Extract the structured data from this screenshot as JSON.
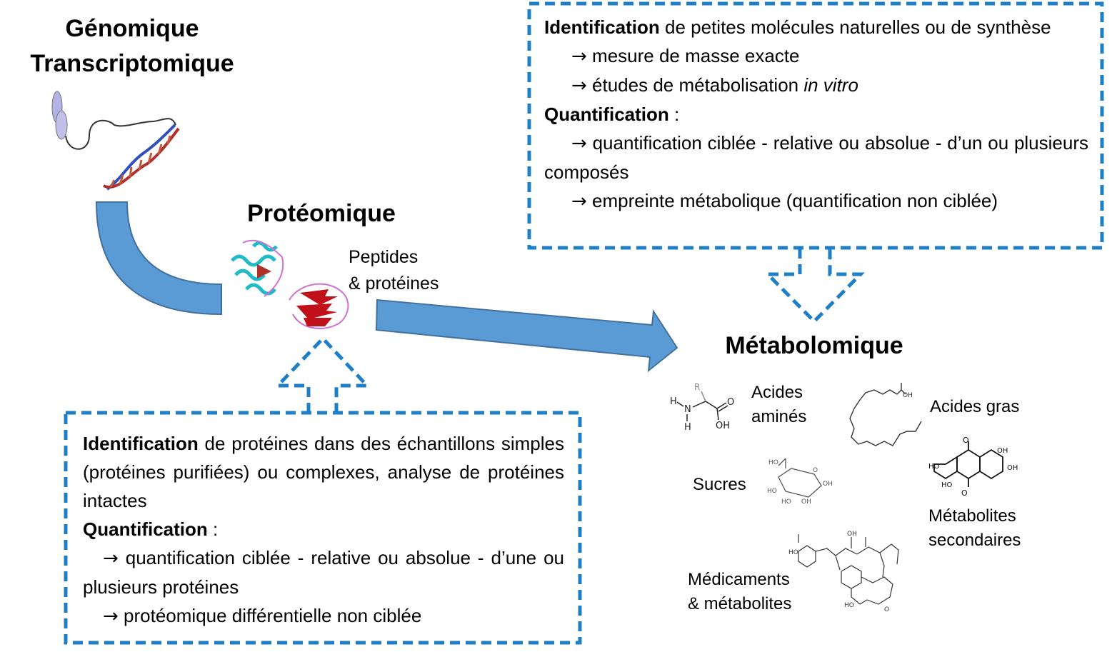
{
  "titles": {
    "genomique": "Génomique",
    "transcriptomique": "Transcriptomique",
    "proteomique": "Protéomique",
    "metabolomique": "Métabolomique"
  },
  "peptides": {
    "line1": "Peptides",
    "line2": "& protéines"
  },
  "metabolite_labels": {
    "acides_amines_1": "Acides",
    "acides_amines_2": "aminés",
    "acides_gras": "Acides gras",
    "sucres": "Sucres",
    "metabolites_secondaires_1": "Métabolites",
    "metabolites_secondaires_2": "secondaires",
    "medicaments_1": "Médicaments",
    "medicaments_2": "& métabolites"
  },
  "metabolomics_box": {
    "ident_bold": "Identification",
    "ident_rest": " de petites molécules naturelles ou de synthèse",
    "item1": "mesure de masse exacte",
    "item2_pre": "études de métabolisation ",
    "item2_italic": "in vitro",
    "quant_bold": "Quantification",
    "quant_rest": " :",
    "item3": "quantification ciblée - relative ou absolue - d’un ou plusieurs composés",
    "item4": "empreinte métabolique (quantification non ciblée)"
  },
  "proteomics_box": {
    "ident_bold": "Identification",
    "ident_rest": " de protéines dans des échantillons simples (protéines purifiées) ou complexes, analyse de protéines intactes",
    "quant_bold": "Quantification",
    "quant_rest": " :",
    "item1": "quantification ciblée - relative ou absolue - d’une ou plusieurs protéines",
    "item2": "protéomique différentielle non ciblée"
  },
  "colors": {
    "arrow_fill": "#5b9bd5",
    "arrow_stroke": "#41719c",
    "dashed_border": "#1f7fc6"
  },
  "icons": [
    "chromosome-dna-icon",
    "protein-structure-icon",
    "amino-acid-structure-icon",
    "fatty-acid-structure-icon",
    "sugar-structure-icon",
    "ellagic-acid-structure-icon",
    "drug-structure-icon"
  ]
}
